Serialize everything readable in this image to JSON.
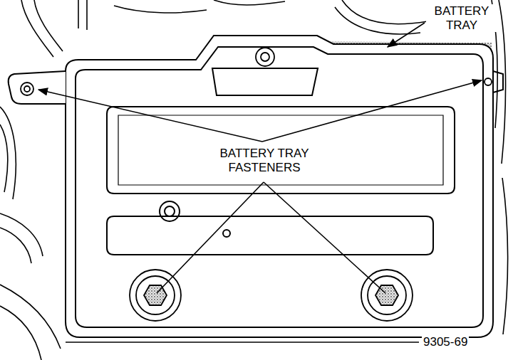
{
  "diagram": {
    "labels": [
      "BATTERY TRAY",
      "BATTERY TRAY FASTENERS",
      "9305-69"
    ]
  }
}
